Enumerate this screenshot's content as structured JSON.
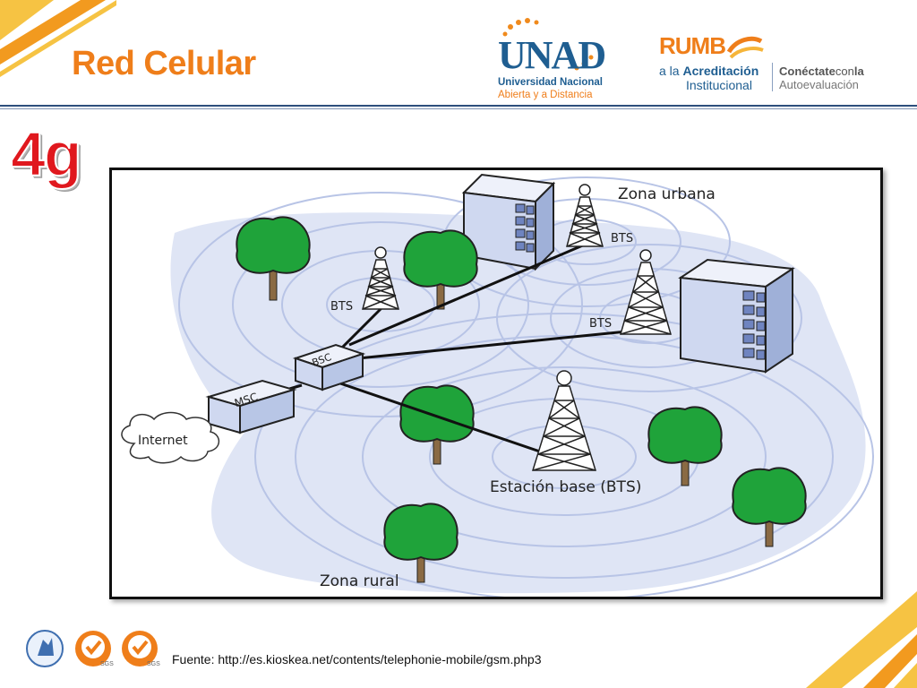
{
  "header": {
    "title": "Red Celular",
    "badge": "4g",
    "logos": {
      "unad": {
        "wordmark": "UNAD",
        "line1": "Universidad Nacional",
        "line2": "Abierta y a Distancia"
      },
      "rumbo": {
        "wordmark": "RUMB",
        "line1_prefix": "a la ",
        "line1_bold": "Acreditación",
        "line2": "Institucional",
        "tag_bold": "Conéctate",
        "tag_mid": "con",
        "tag_end": "la",
        "tag_line2": "Autoevaluación"
      }
    }
  },
  "diagram": {
    "labels": {
      "urban_zone": "Zona urbana",
      "rural_zone": "Zona rural",
      "base_station": "Estación base (BTS)",
      "bts_1": "BTS",
      "bts_2": "BTS",
      "bts_3": "BTS",
      "bsc": "BSC",
      "msc": "MSC",
      "internet": "Internet"
    }
  },
  "footer": {
    "source": "Fuente: http://es.kioskea.net/contents/telephonie-mobile/gsm.php3",
    "badge_text": "SGS"
  },
  "colors": {
    "title": "#ef7e1a",
    "badge": "#e0181e",
    "ring_fill": "#dfe5f5",
    "ring_stroke": "#b8c4e6",
    "building": "#cfd8f0",
    "tree_leaf": "#1fa33a",
    "tree_trunk": "#8a6a44"
  }
}
